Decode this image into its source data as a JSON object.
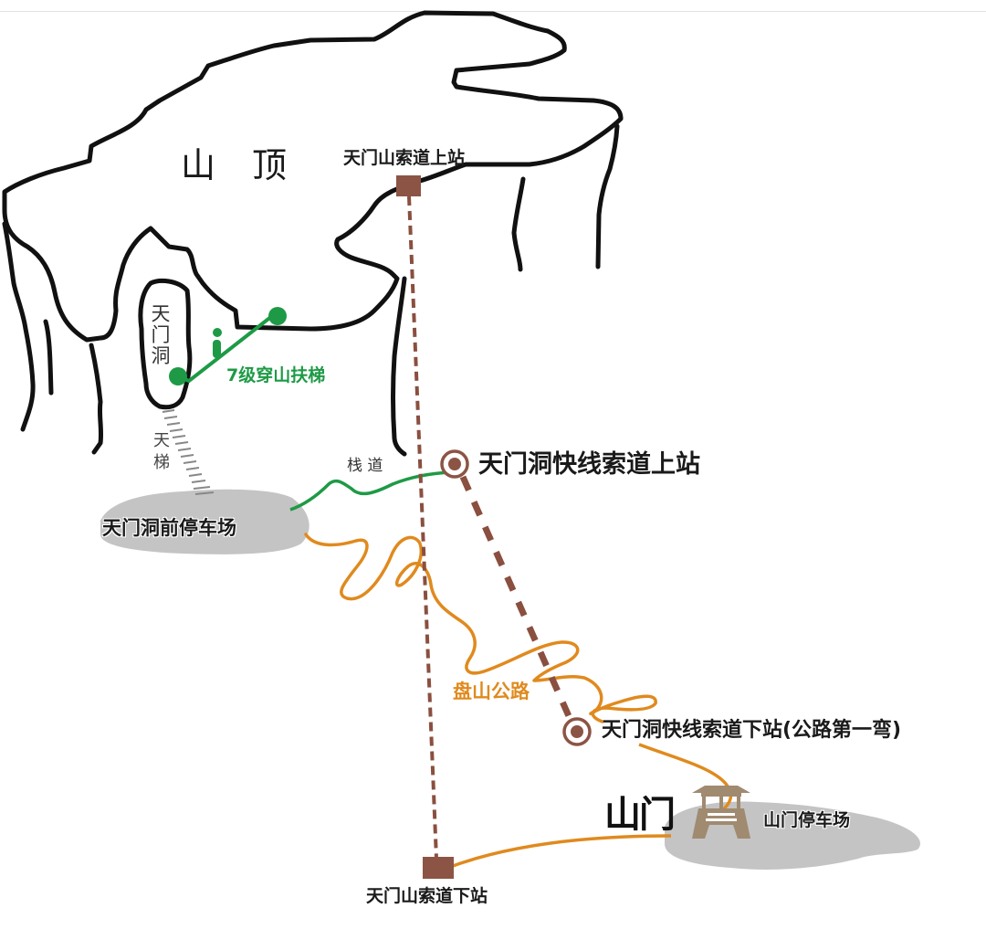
{
  "map": {
    "summit_label": "山顶",
    "cave_label": "天门洞",
    "sky_ladder_label": "天梯",
    "escalator_label": "7级穿山扶梯",
    "plank_road_label": "栈 道",
    "winding_road_label": "盘山公路",
    "gate_label": "山门",
    "stations": {
      "tianmen_cableway_upper": "天门山索道上站",
      "tianmen_cableway_lower": "天门山索道下站",
      "cave_express_upper": "天门洞快线索道上站",
      "cave_express_lower": "天门洞快线索道下站(公路第一弯)"
    },
    "parking": {
      "cave_front": "天门洞前停车场",
      "gate": "山门停车场"
    },
    "colors": {
      "outline": "#111111",
      "cableway": "#8a4f3f",
      "station_box": "#8c5444",
      "escalator": "#1e9a46",
      "road": "#e08a1e",
      "parking_area": "#c4c4c4",
      "gate_icon": "#a08a70"
    }
  }
}
